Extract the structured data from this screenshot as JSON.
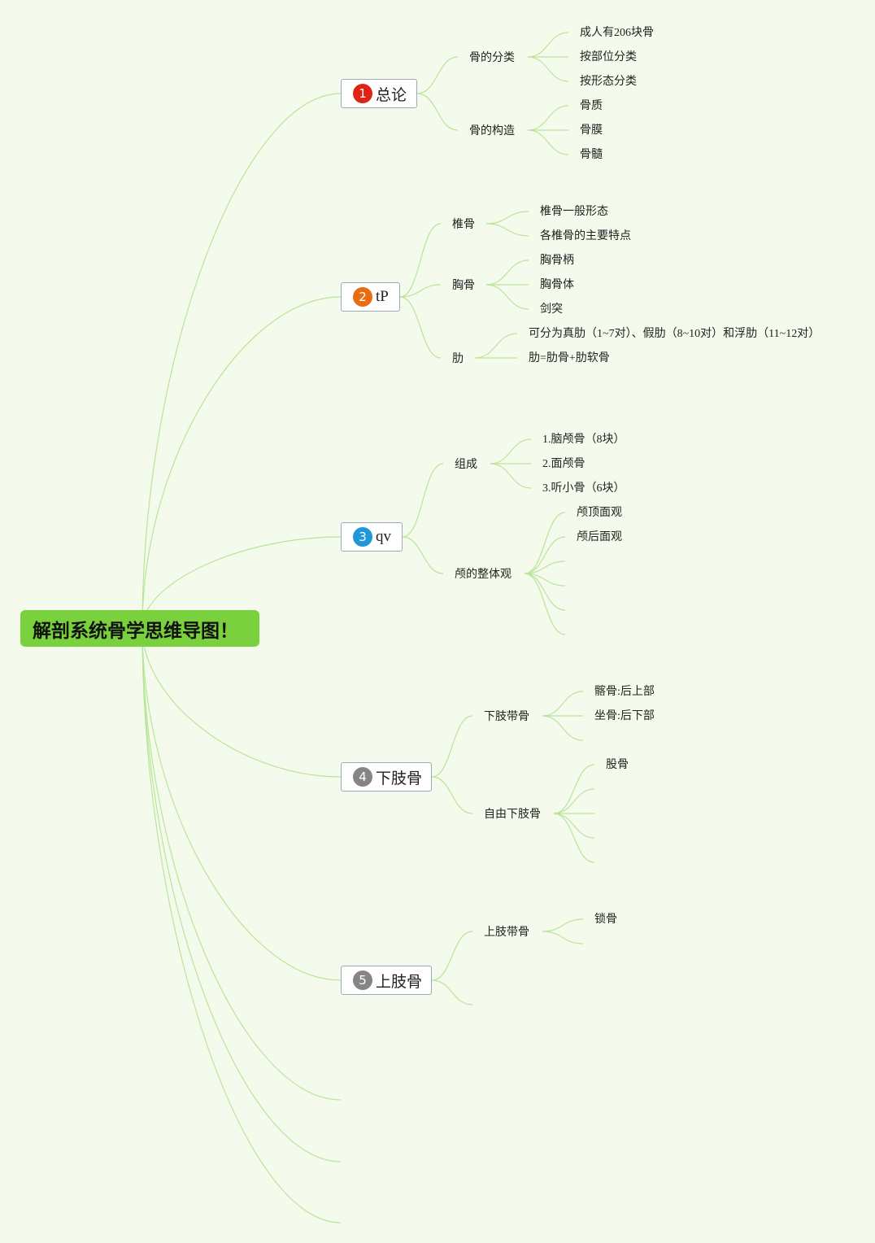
{
  "root": {
    "title": "解剖系统骨学思维导图！"
  },
  "topics": [
    {
      "num": "1",
      "label": "总论",
      "color": "#e02215",
      "children": [
        {
          "label": "骨的分类",
          "children": [
            "成人有206块骨",
            "按部位分类",
            "按形态分类"
          ]
        },
        {
          "label": "骨的构造",
          "children": [
            "骨质",
            "骨膜",
            "骨髓"
          ]
        }
      ]
    },
    {
      "num": "2",
      "label": "tP",
      "color": "#ea6c12",
      "children": [
        {
          "label": "椎骨",
          "children": [
            "椎骨一般形态",
            "各椎骨的主要特点"
          ]
        },
        {
          "label": "胸骨",
          "children": [
            "胸骨柄",
            "胸骨体",
            "剑突"
          ]
        },
        {
          "label": "肋",
          "children": [
            "可分为真肋（1~7对）、假肋（8~10对）和浮肋（11~12对）",
            "肋=肋骨+肋软骨"
          ]
        }
      ]
    },
    {
      "num": "3",
      "label": "qv",
      "color": "#1f97d9",
      "children": [
        {
          "label": "组成",
          "children": [
            "1.脑颅骨（8块）",
            "2.面颅骨",
            "3.听小骨（6块）"
          ]
        },
        {
          "label": "颅的整体观",
          "children": [
            "颅顶面观",
            "颅后面观"
          ]
        }
      ]
    },
    {
      "num": "4",
      "label": "下肢骨",
      "color": "#858585",
      "children": [
        {
          "label": "下肢带骨",
          "children": [
            "髂骨:后上部",
            "坐骨:后下部"
          ]
        },
        {
          "label": "自由下肢骨",
          "children": [
            "股骨"
          ]
        }
      ]
    },
    {
      "num": "5",
      "label": "上肢骨",
      "color": "#858585",
      "children": [
        {
          "label": "上肢带骨",
          "children": [
            "锁骨"
          ]
        }
      ]
    }
  ],
  "colors": {
    "background": "#f5fbec",
    "root_fill": "#7ad13e",
    "link": "#b9e49a"
  }
}
